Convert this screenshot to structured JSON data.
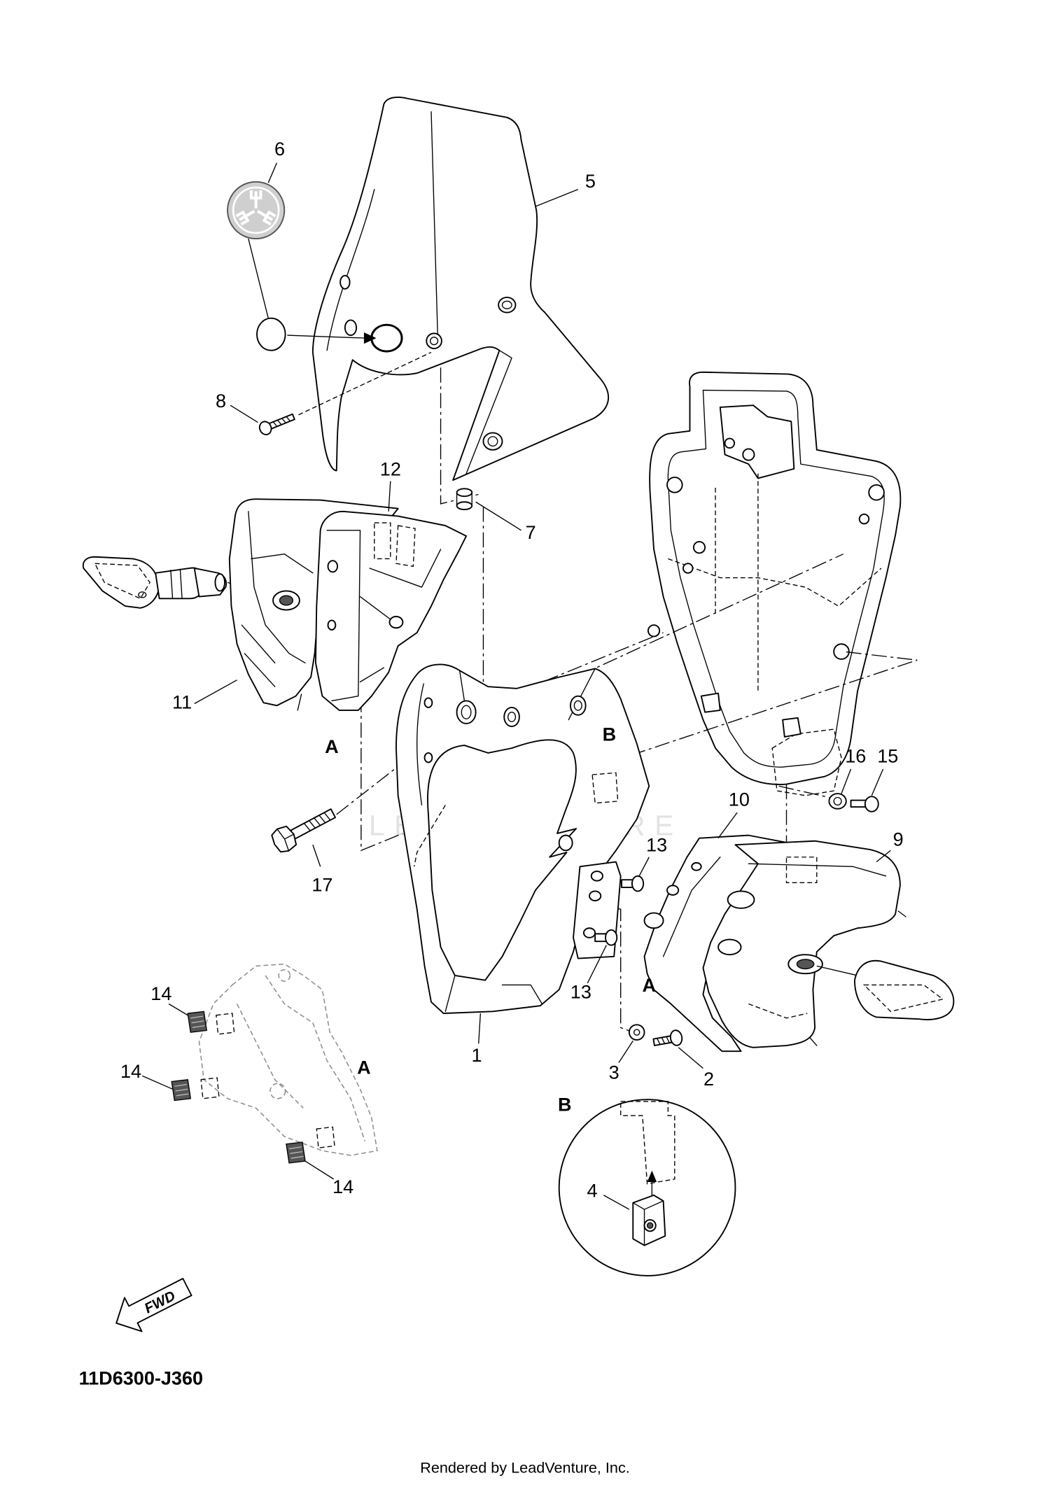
{
  "diagram": {
    "code": "11D6300-J360",
    "direction_label": "FWD",
    "watermark": "LEADVENTURE",
    "footer": "Rendered by LeadVenture, Inc.",
    "callouts": [
      "6",
      "5",
      "8",
      "12",
      "7",
      "11",
      "16",
      "15",
      "10",
      "9",
      "17",
      "13",
      "13",
      "1",
      "3",
      "2",
      "4",
      "14",
      "14",
      "14"
    ],
    "view_markers": [
      "A",
      "B",
      "A",
      "A",
      "B"
    ]
  },
  "colors": {
    "line": "#000000",
    "watermark": "#e2e2e2",
    "background": "#ffffff"
  }
}
